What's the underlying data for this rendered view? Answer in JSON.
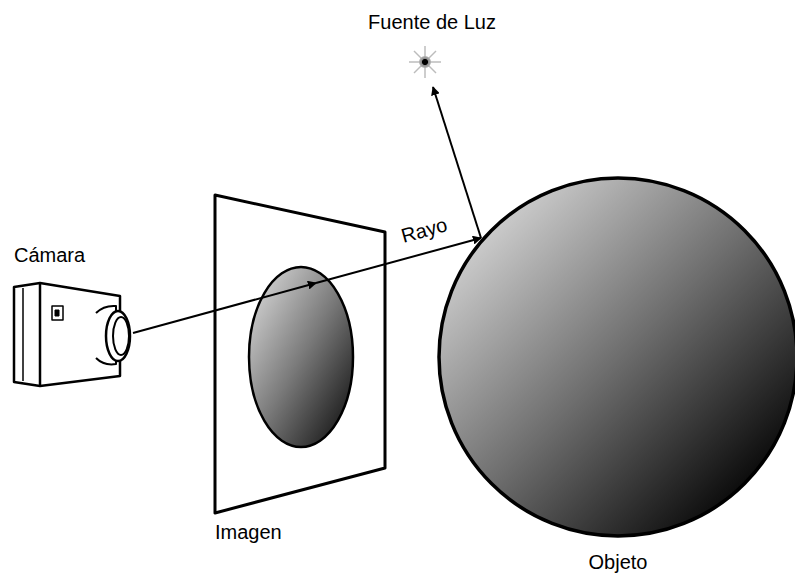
{
  "diagram": {
    "nodes": [
      {
        "text": [
          "Fuente de Luz"
        ]
      },
      {
        "text": [
          "Cámara"
        ]
      },
      {
        "text": [
          "Imagen"
        ]
      },
      {
        "text": [
          "Objeto"
        ]
      }
    ],
    "edges": [
      {
        "from": 1,
        "to": 2,
        "arrow": "to"
      },
      {
        "from": 2,
        "to": 3,
        "label": "Rayo",
        "arrow": "to"
      },
      {
        "from": 3,
        "to": 0,
        "arrow": "to"
      }
    ]
  }
}
